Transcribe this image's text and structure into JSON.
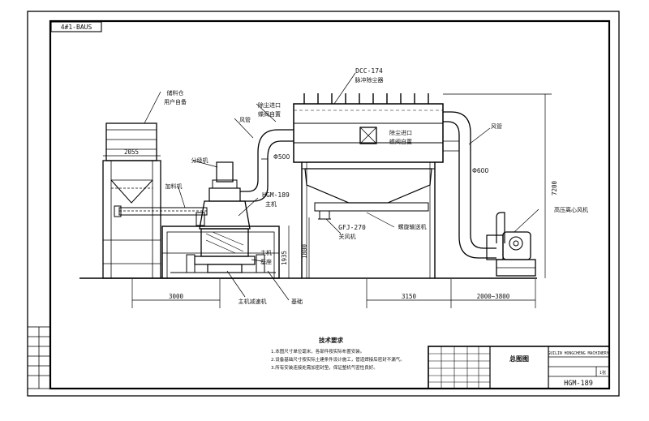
{
  "drawing": {
    "corner_code": "4#1-BAUS",
    "labels": {
      "dust_collector_model": "DCC-174",
      "dust_collector_name": "脉冲除尘器",
      "storage_bin_name": "储料仓",
      "storage_bin_note": "用户自备",
      "dust_inlet_1": "除尘进口",
      "dust_inlet_1_note": "蝶阀自置",
      "dust_inlet_2": "除尘进口",
      "dust_inlet_2_note": "蝶阀自置",
      "air_duct_left": "风管",
      "air_duct_right": "风管",
      "duct_dia_left": "Φ500",
      "duct_dia_right": "Φ600",
      "classifier": "分级机",
      "feeder": "加料机",
      "mill_model": "HGM-189",
      "mill_name": "主机",
      "valve_model": "GFJ-270",
      "valve_name": "关风机",
      "screw_conveyor": "螺旋输送机",
      "fan": "高压离心风机",
      "main_motor": "主机",
      "main_motor_note": "基座",
      "reducer": "主机减速机",
      "foundation": "基础",
      "dim_2055": "2055",
      "dim_3000": "3000",
      "dim_1935": "1935",
      "dim_1800": "1800",
      "dim_3150": "3150",
      "dim_range": "2000~3800",
      "dim_7200": "7200"
    },
    "notes": {
      "title": "技术要求",
      "lines": [
        "1.本图尺寸单位毫米，各部件按实际布置安装。",
        "2.设备基础尺寸按实际土建条件设计施工，管道焊接后密封不漏气。",
        "3.所有安装连接处需加密封垫，保证整机气密性良好。"
      ]
    },
    "title_block": {
      "drawing_title": "总图图",
      "company": "GUILIN HONGCHENG MACHINERY",
      "model": "HGM-189",
      "sheet": "1张"
    }
  }
}
